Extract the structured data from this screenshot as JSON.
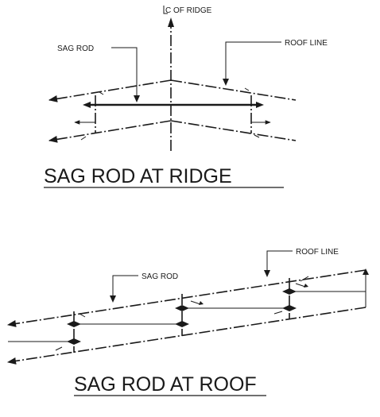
{
  "ridge": {
    "cl_label": "C  OF RIDGE",
    "sag_rod_label": "SAG ROD",
    "roof_line_label": "ROOF LINE",
    "title": "SAG ROD AT RIDGE"
  },
  "roof": {
    "sag_rod_label": "SAG ROD",
    "roof_line_label": "ROOF LINE",
    "title": "SAG ROD AT ROOF"
  }
}
